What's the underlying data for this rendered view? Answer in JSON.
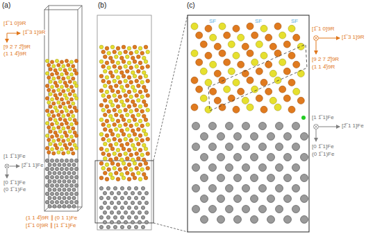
{
  "diagram": {
    "labels": [
      "(a)",
      "(b)",
      "(c)",
      "[1̅ 1 0]9R",
      "[1̅ 3 1]9R",
      "[9 2 7 2̅]9R",
      "(1 1 4̅)9R",
      "[1 1̅ 1]Fe",
      "[2̅ 1 1]Fe",
      "[0 1̅ 1]Fe",
      "(0 1̅ 1)Fe",
      "(1 1 4̅)9R ∥ (0 1 1)Fe",
      "[1̅ 1 0]9R ∥ [1 1̅ 1]Fe",
      "SF",
      "SF",
      "SF",
      "[1̅ 1 0]9R",
      "[1̅ 3 1]9R",
      "[9 2 7 2̅]9R",
      "(1 1 4̅)9R",
      "[1 1̅ 1]Fe",
      "[2̅ 1 1]Fe",
      "[0 1̅ 1]Fe",
      "(0 1̅ 1)Fe"
    ]
  }
}
